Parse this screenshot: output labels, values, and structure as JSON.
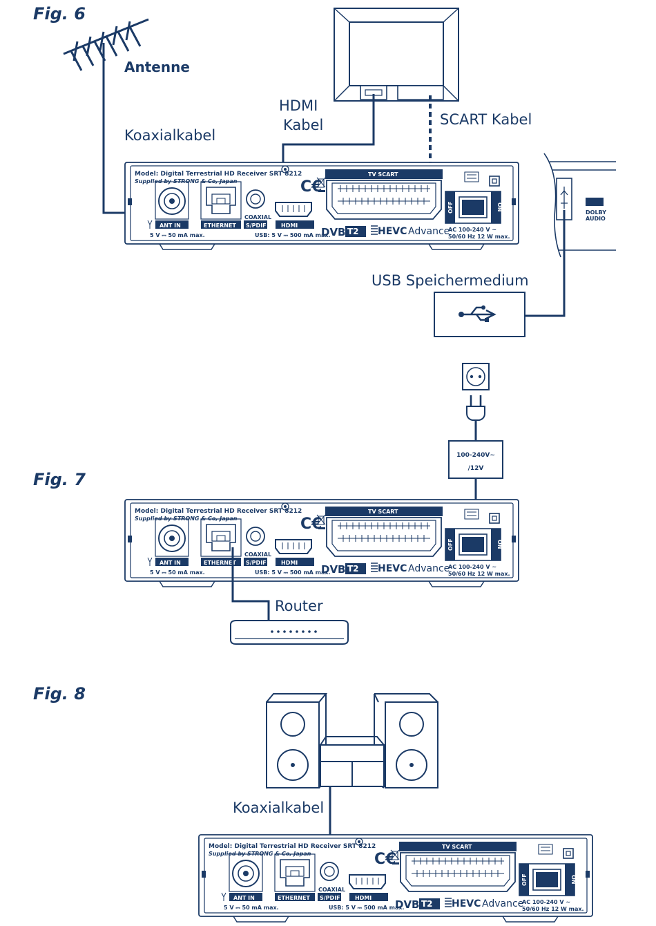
{
  "figures": {
    "fig6": "Fig. 6",
    "fig7": "Fig. 7",
    "fig8": "Fig. 8"
  },
  "labels": {
    "antenne": "Antenne",
    "koaxialkabel": "Koaxialkabel",
    "hdmi_line1": "HDMI",
    "hdmi_line2": "Kabel",
    "scart_kabel": "SCART Kabel",
    "usb_speichermedium": "USB Speichermedium",
    "power_line1": "100-240V~",
    "power_line2": "/12V",
    "router": "Router",
    "koaxialkabel2": "Koaxialkabel"
  },
  "receiver": {
    "model": "Model: Digital Terrestrial HD Receiver SRT 8212",
    "supplied": "Supplied by STRONG & Co, Japan",
    "ant_in": "ANT IN",
    "ant_spec": "5 V ⎓ 50 mA max.",
    "ethernet": "ETHERNET",
    "coaxial": "COAXIAL",
    "spdif": "S/PDIF",
    "hdmi_logo": "HDMI",
    "usb_spec": "USB: 5 V ⎓ 500 mA max.",
    "tv_scart": "TV SCART",
    "dvb": "DVB",
    "t2": "T2",
    "hevc": "HEVC",
    "advance": "Advance",
    "ac1": "AC 100-240 V ~",
    "ac2": "50/60 Hz 12 W max.",
    "off": "OFF",
    "on": "ON"
  },
  "dolby": {
    "line1": "DOLBY",
    "line2": "AUDIO"
  },
  "colors": {
    "ink": "#1b3a66",
    "background": "#ffffff"
  }
}
